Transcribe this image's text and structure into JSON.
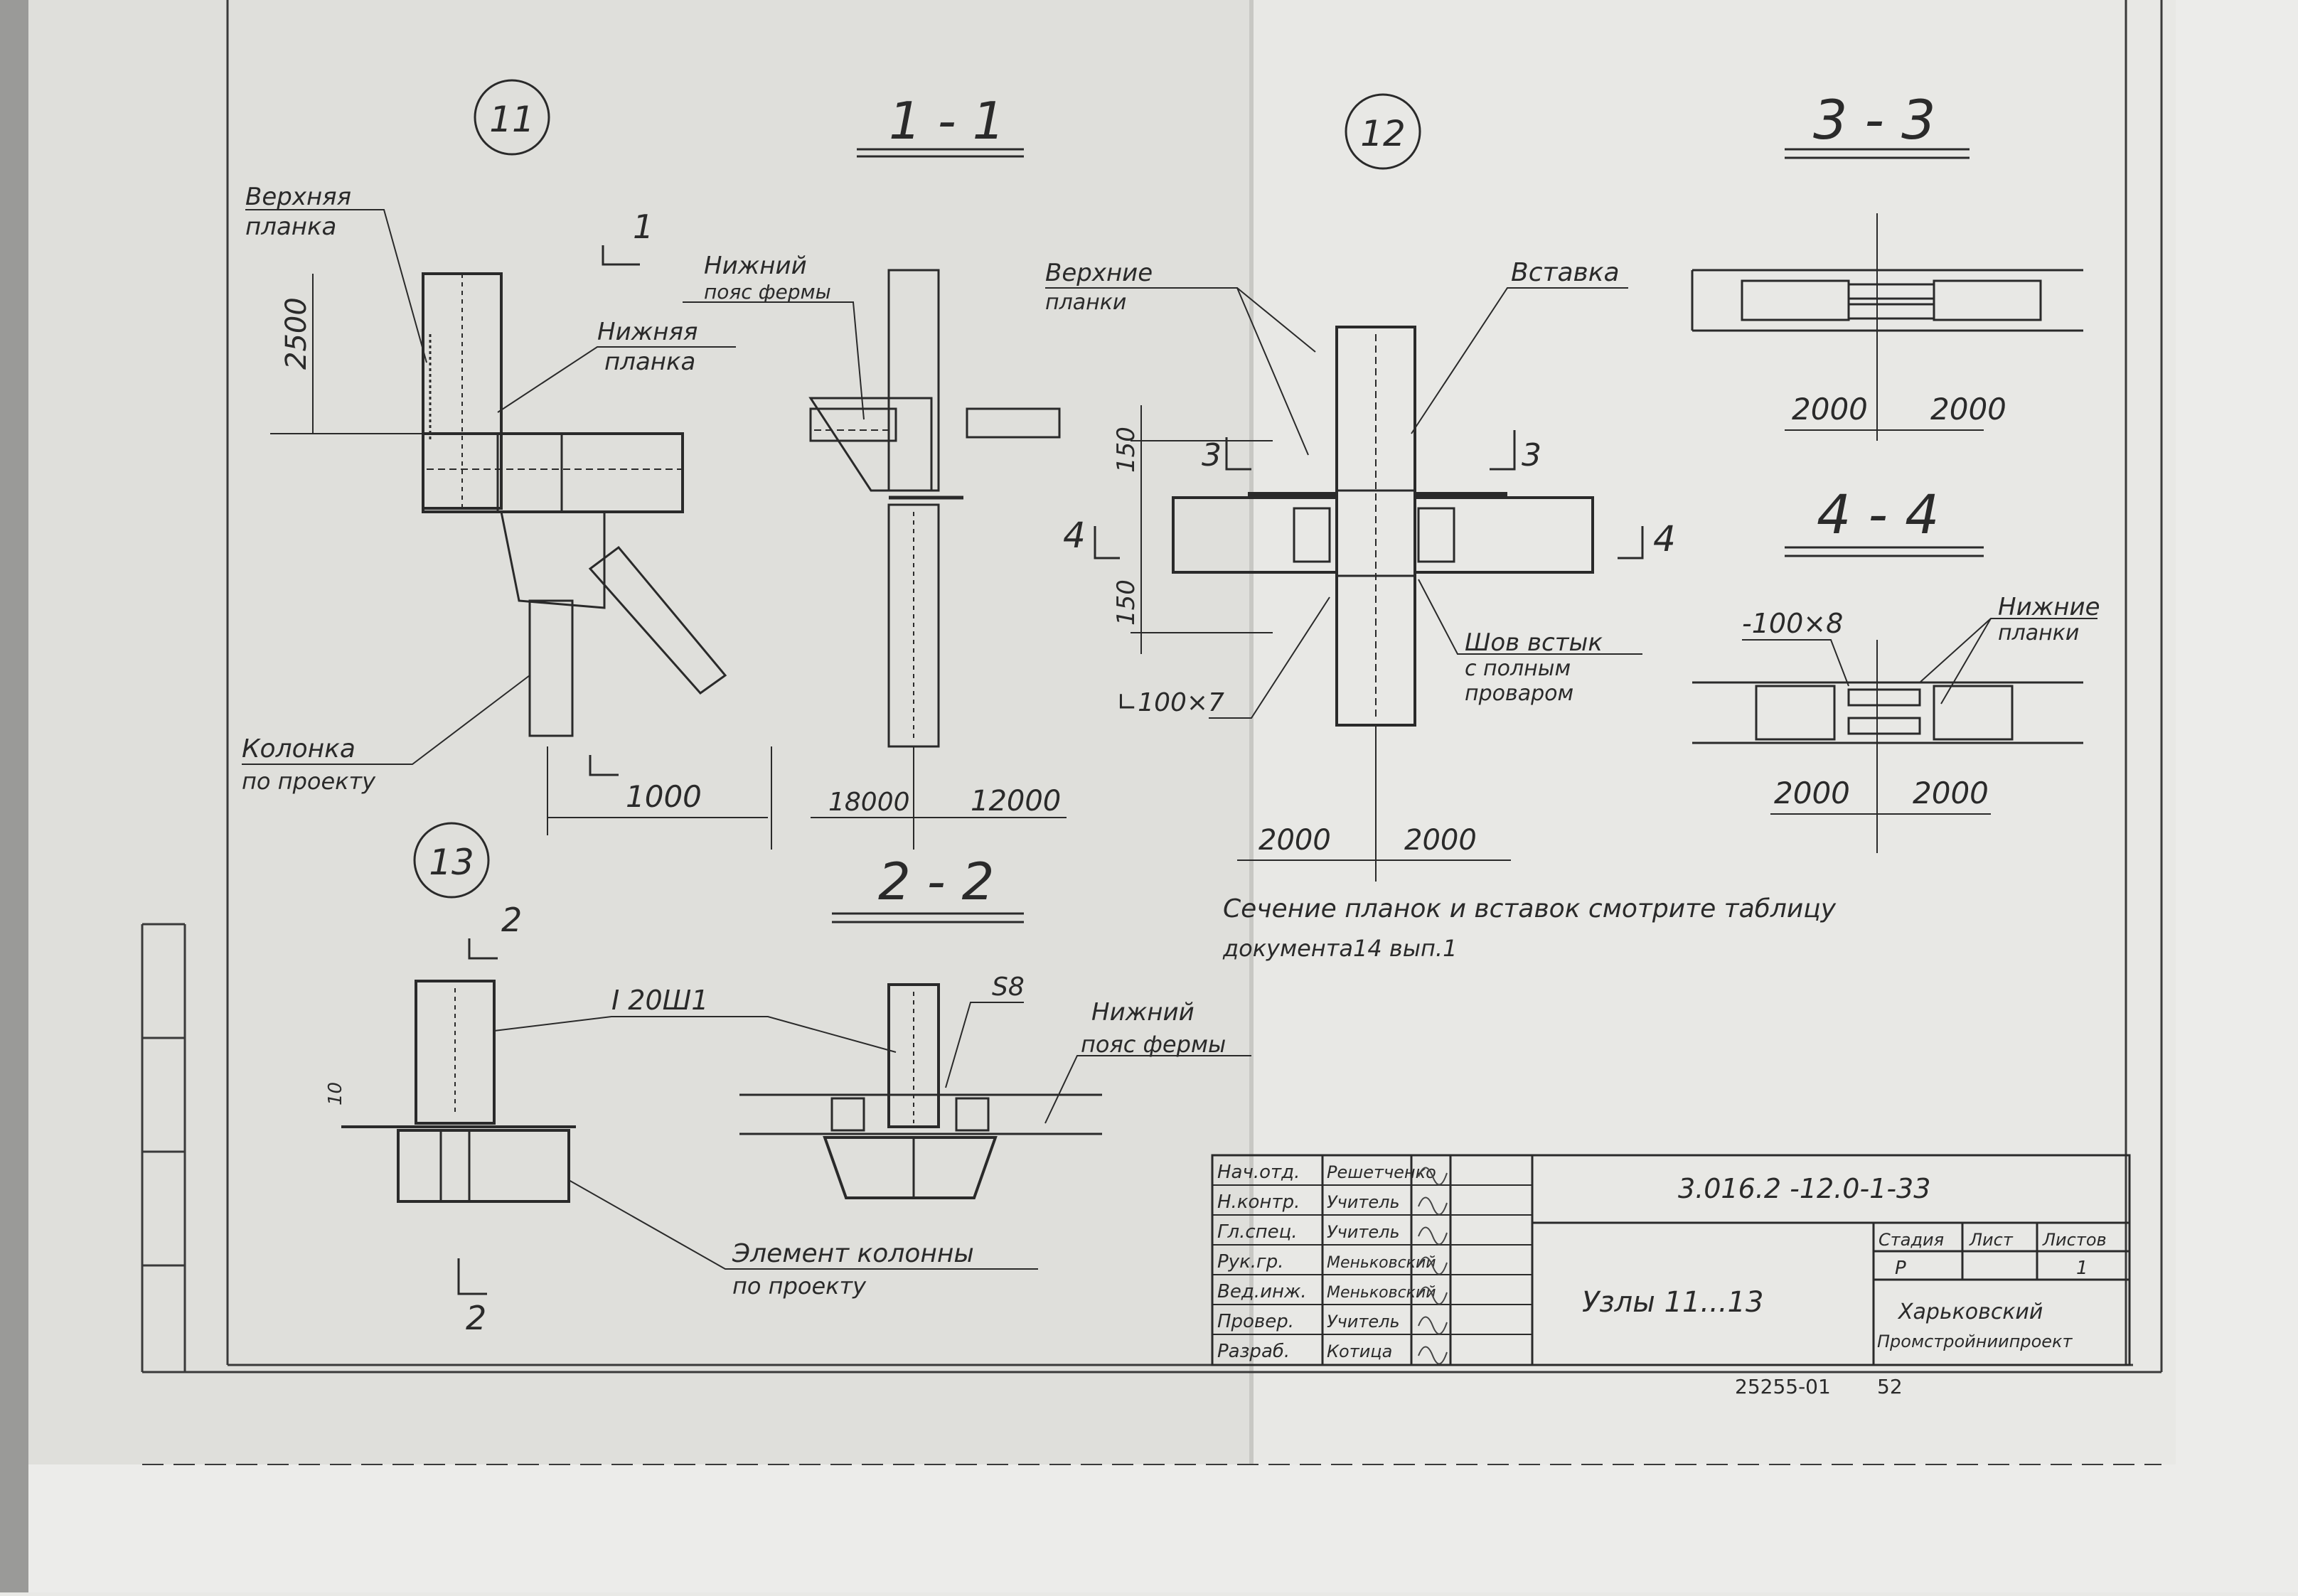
{
  "node_11": {
    "callout": "11",
    "labels": {
      "top_plate": [
        "Верхняя",
        "планка"
      ],
      "bottom_plate": [
        "Нижняя",
        "планка"
      ],
      "column": [
        "Колонка",
        "по проекту"
      ]
    },
    "dims": {
      "height": "2500",
      "width": "1000"
    },
    "cut_mark": "1"
  },
  "section_1_1": {
    "title": "1 - 1",
    "label": [
      "Нижний",
      "пояс фермы"
    ],
    "dims": {
      "left": "18000",
      "right": "12000"
    }
  },
  "node_12": {
    "callout": "12",
    "labels": {
      "top_plates": [
        "Верхние",
        "планки"
      ],
      "insert": "Вставка",
      "angle": "∟100×7",
      "weld": [
        "Шов встык",
        "с полным",
        "проваром"
      ]
    },
    "dims": {
      "top": "150",
      "bottom": "150",
      "left": "2000",
      "right": "2000"
    },
    "cuts": {
      "cut3_left": "3",
      "cut3_right": "3",
      "cut4_left": "4",
      "cut4_right": "4"
    }
  },
  "section_3_3": {
    "title": "3 - 3",
    "dims": {
      "left": "2000",
      "right": "2000"
    }
  },
  "section_4_4": {
    "title": "4 - 4",
    "labels": {
      "plate": "-100×8",
      "bottom_plates": [
        "Нижние",
        "планки"
      ]
    },
    "dims": {
      "left": "2000",
      "right": "2000"
    }
  },
  "note": [
    "Сечение планок и вставок смотрите таблицу",
    "документа14 вып.1"
  ],
  "node_13": {
    "callout": "13",
    "labels": {
      "beam": "I 20Ш1",
      "element": [
        "Элемент колонны",
        "по проекту"
      ]
    },
    "dim_small": "10",
    "cut_top": "2",
    "cut_bottom": "2"
  },
  "section_2_2": {
    "title": "2 - 2",
    "weld": "S8",
    "label": [
      "Нижний",
      "пояс фермы"
    ]
  },
  "title_block": {
    "doc_code": "3.016.2 -12.0-1-33",
    "sheet_title": "Узлы 11...13",
    "roles": [
      "Нач.отд.",
      "Н.контр.",
      "Гл.спец.",
      "Рук.гр.",
      "Вед.инж.",
      "Провер.",
      "Разраб."
    ],
    "names": [
      "Решетченко",
      "Учитель",
      "Учитель",
      "Меньковский",
      "Меньковский",
      "Учитель",
      "Котица"
    ],
    "head_stage": "Стадия",
    "head_sheet": "Лист",
    "head_sheets": "Листов",
    "stage": "Р",
    "sheets_count": "1",
    "org": [
      "Харьковский",
      "Промстройниипроект"
    ]
  },
  "footer": {
    "archive": "25255-01",
    "page": "52"
  }
}
